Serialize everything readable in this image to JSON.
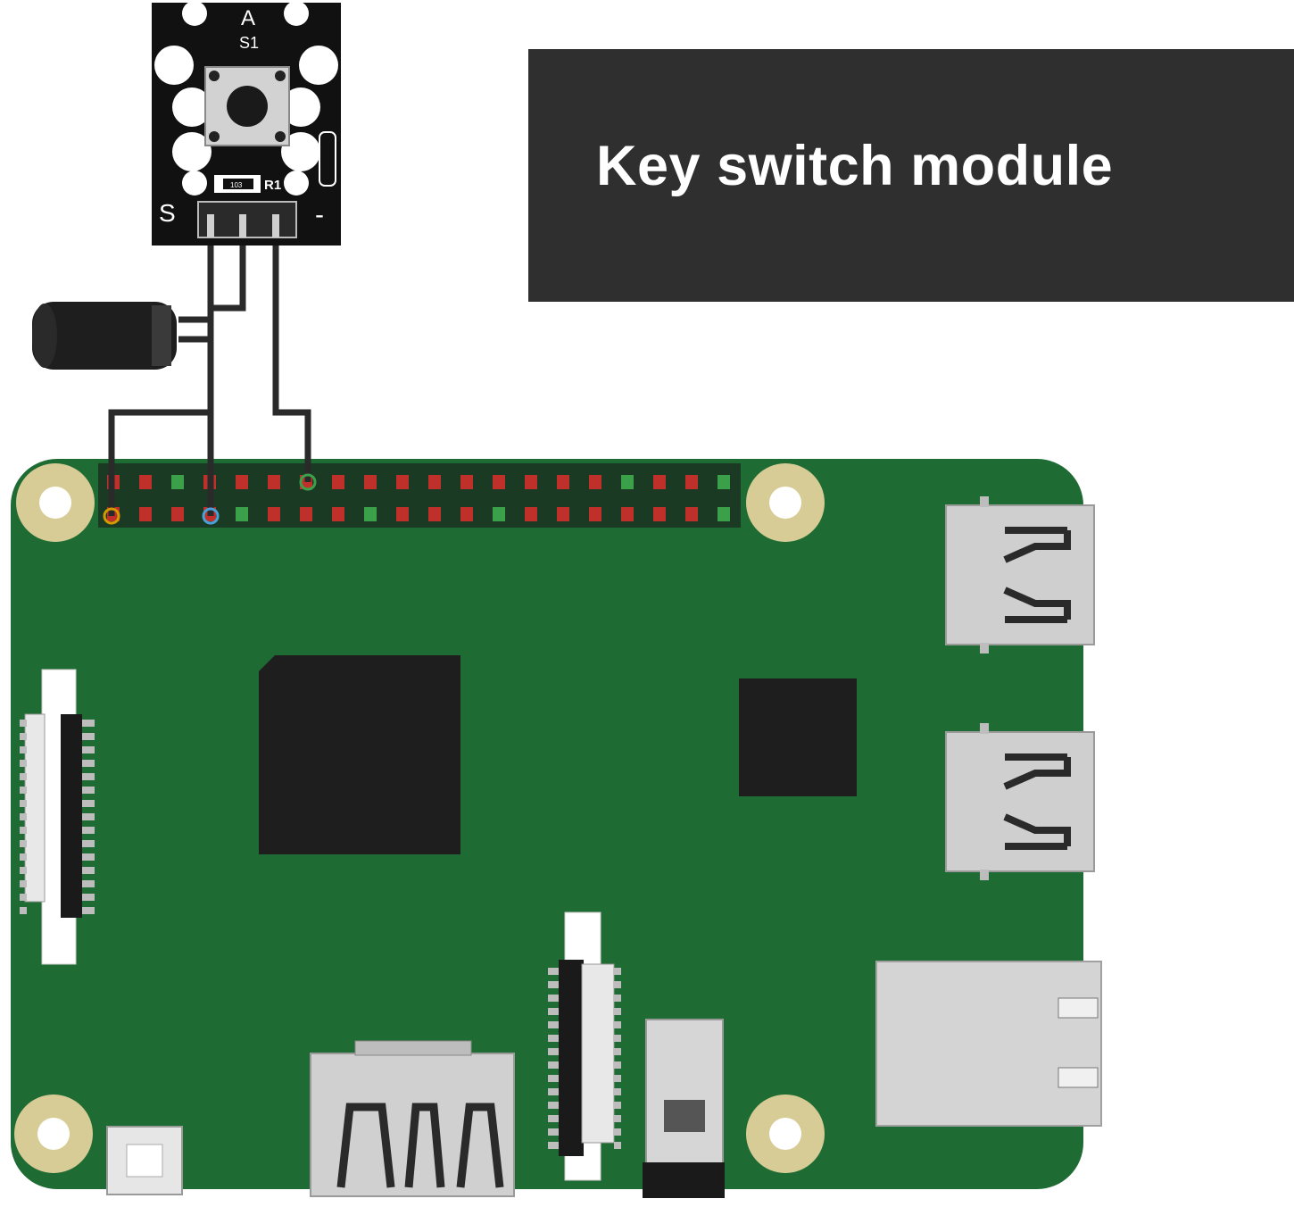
{
  "title": "Key switch module",
  "module": {
    "pin_signal_label": "S",
    "pin_minus_label": "-",
    "silk_top": "A",
    "silk_top2": "S1",
    "silk_resistor": "R1",
    "silk_resistor_part": "103"
  },
  "colors": {
    "board": "#1f6b34",
    "title_bg": "#2f2f2f",
    "mount_hole": "#d8cc96",
    "chip": "#1e1e1e",
    "pin_power": "#c0302a",
    "pin_ground": "#3aa04a",
    "wire": "#2a2a2a"
  }
}
